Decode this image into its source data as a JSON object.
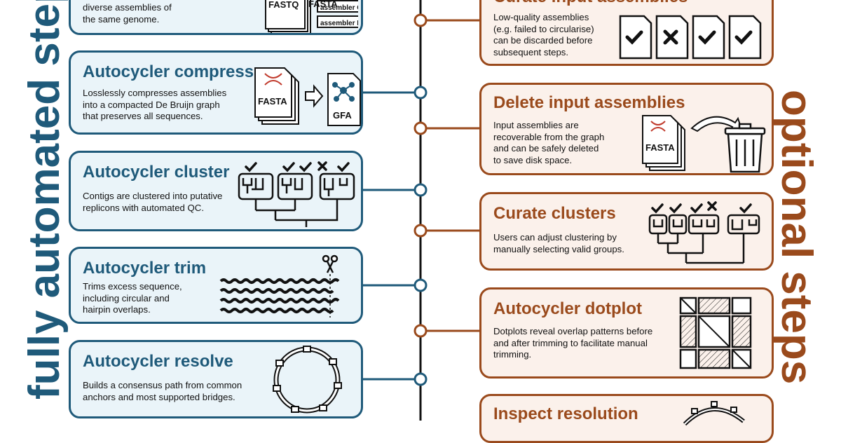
{
  "left_title": "fully automated steps",
  "right_title": "optional steps",
  "colors": {
    "blue": "#1f5a7a",
    "orange": "#9a4a1c",
    "blue_bg": "#eaf4f9",
    "orange_bg": "#fbf1eb"
  },
  "automated_steps": [
    {
      "title": "",
      "desc": "diverse assemblies of\nthe same genome.",
      "labels": [
        "FASTQ",
        "assembler C",
        "assembler D",
        "FASTA"
      ]
    },
    {
      "title": "Autocycler compress",
      "desc": "Losslessly compresses assemblies\ninto a compacted De Bruijn graph\nthat preserves all sequences.",
      "labels": [
        "FASTA",
        "GFA"
      ]
    },
    {
      "title": "Autocycler cluster",
      "desc": "Contigs are clustered into putative\nreplicons with automated QC."
    },
    {
      "title": "Autocycler trim",
      "desc": "Trims excess sequence,\nincluding circular and\nhairpin overlaps."
    },
    {
      "title": "Autocycler resolve",
      "desc": "Builds a consensus path from common\nanchors and most supported bridges."
    }
  ],
  "optional_steps": [
    {
      "title": "Curate input assemblies",
      "desc": "Low-quality assemblies\n(e.g. failed to circularise)\ncan be discarded before\nsubsequent steps."
    },
    {
      "title": "Delete input assemblies",
      "desc": "Input assemblies are\nrecoverable from the graph\nand can be safely deleted\nto save disk space.",
      "labels": [
        "FASTA"
      ]
    },
    {
      "title": "Curate clusters",
      "desc": "Users can adjust clustering by\nmanually selecting valid groups."
    },
    {
      "title": "Autocycler dotplot",
      "desc": "Dotplots reveal overlap patterns before\nand after trimming to facilitate manual\ntrimming."
    },
    {
      "title": "Inspect resolution",
      "desc": ""
    }
  ]
}
